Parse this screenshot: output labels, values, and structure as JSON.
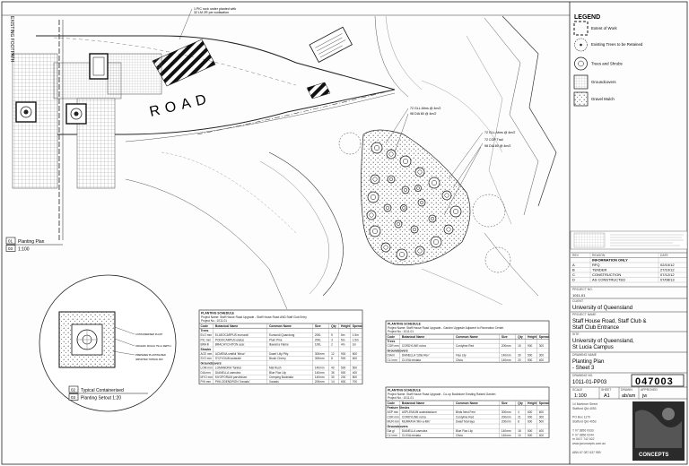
{
  "drawing": {
    "road_label": "ROAD",
    "top_note_line1": "1 PIC rock under planted with",
    "top_note_line2": "32 LM 2R per sodisation",
    "rotated_note_left": "EXISTING FOOTPATH",
    "callout_1": "72 GLL-Mms @ 4m/2",
    "callout_2": "98 DIA 80 @ 4m/2",
    "callout_3": "72 GLL-Mms @ 4m/2",
    "callout_4": "72 COP Trail",
    "callout_5": "98 DIA 80 @ 4m/2",
    "plan_title_num": "01",
    "plan_title": "Planting Plan",
    "plan_scale_num": "03",
    "plan_scale": "1:100",
    "detail_title_num": "02",
    "detail_title": "Typical Containerised",
    "detail_scale_num": "03",
    "detail_scale": "Planting Setout 1:20",
    "detail_notes": [
      "CONTAINERISED PLANT",
      "ORGANIC MULCH 75mm DEPTH",
      "PREPARED PLANTING BED",
      "IMPORTED TOPSOIL MIX"
    ]
  },
  "legend": {
    "title": "LEGEND",
    "items": [
      {
        "label": "Extent of Work",
        "icon": "extent-icon"
      },
      {
        "label": "Existing Trees to be Retained",
        "icon": "tree-retained-icon"
      },
      {
        "label": "Trees and Shrubs",
        "icon": "tree-shrub-icon"
      },
      {
        "label": "Groundcovers",
        "icon": "groundcover-icon"
      },
      {
        "label": "Gravel Mulch",
        "icon": "gravel-icon"
      }
    ]
  },
  "title_block": {
    "revision_header": [
      "REV",
      "REASON",
      "DATE"
    ],
    "revisions": [
      {
        "rev": "A",
        "reason": "RFQ",
        "date": "02/10/12"
      },
      {
        "rev": "B",
        "reason": "TENDER",
        "date": "27/10/12"
      },
      {
        "rev": "C",
        "reason": "CONSTRUCTION",
        "date": "07/12/12"
      },
      {
        "rev": "D",
        "reason": "AS CONSTRUCTED",
        "date": "07/08/13"
      }
    ],
    "status": "INFORMATION ONLY",
    "project_no_label": "PROJECT NO.",
    "project_no": "1011-01",
    "client_label": "CLIENT",
    "client": "University of Queensland",
    "project_label": "PROJECT NAME",
    "project_name_1": "Staff House Road, Staff Club &",
    "project_name_2": "Staff Club Entrance",
    "site_label": "SITE",
    "site_1": "University of Queensland,",
    "site_2": "St Lucia Campus",
    "drawing_label": "DRAWING NAME",
    "drawing_name_1": "Planting Plan",
    "drawing_name_2": "- Sheet 3",
    "drawing_no_label": "DRAWING NO.",
    "drawing_no": "1011-01-PP03",
    "drawing_no_big": "047003",
    "scale_label": "SCALE",
    "scale": "1:100",
    "size_label": "SHEET",
    "size": "A1",
    "drawn_label": "DRAWN",
    "drawn": "ab/am",
    "checked_label": "APPROVED",
    "checked": "jw",
    "company_address": [
      "14 Mortimer Street",
      "Stafford Qld 4053",
      "",
      "PO Box 1170",
      "Stafford Qld 4053",
      "",
      "T 07 3856 0333",
      "F 07 3856 0244",
      "m 0417 742 622",
      "www.jwconcepts.com.au",
      "",
      "ABN 67 087 637 959"
    ],
    "company_name": "CONCEPTS"
  },
  "schedules": [
    {
      "title": "PLANTING SCHEDULE",
      "subtitle": "Project Name: Staff House Road Upgrade - Staff House Road AND Staff Club Entry",
      "project": "Project No.: 1011-01",
      "header": [
        "Code",
        "Botanical Name",
        "Common Name",
        "Size",
        "Qty",
        "Height",
        "Spread"
      ],
      "rows": [
        [
          "Trees",
          "",
          "",
          "",
          "",
          "",
          ""
        ],
        [
          "ELO mm",
          "ELAEOCARPUS eumundi",
          "Eumundi Quandong",
          "200L",
          "5",
          "5m",
          "1.5m"
        ],
        [
          "PIC mm",
          "PODOCARPUS elatus",
          "Plum Pine",
          "200L",
          "3",
          "5m",
          "1.5m"
        ],
        [
          "BRA lll",
          "BRACHYCHITON acer.",
          "Illawarra Flame",
          "100L",
          "2",
          "4m",
          "1m"
        ],
        [
          "Shrubs",
          "",
          "",
          "",
          "",
          "",
          ""
        ],
        [
          "ACE mm",
          "ACMENA smithii 'Minor'",
          "Dwarf Lilly Pilly",
          "300mm",
          "12",
          "900",
          "600"
        ],
        [
          "SYZ mm",
          "SYZYGIUM australe",
          "Brush Cherry",
          "300mm",
          "8",
          "900",
          "600"
        ],
        [
          "Groundcovers",
          "",
          "",
          "",
          "",
          "",
          ""
        ],
        [
          "LOM mm",
          "LOMANDRA 'Tanika'",
          "Mat Rush",
          "140mm",
          "40",
          "500",
          "500"
        ],
        [
          "DIA mm",
          "DIANELLA caerulea",
          "Blue Flax Lily",
          "140mm",
          "36",
          "500",
          "400"
        ],
        [
          "MYO mm",
          "MYOPORUM parvifolium",
          "Creeping Boobialla",
          "140mm",
          "30",
          "200",
          "800"
        ],
        [
          "PHI mm",
          "PHILODENDRON 'Xanadu'",
          "Xanadu",
          "200mm",
          "14",
          "600",
          "700"
        ]
      ]
    },
    {
      "title": "PLANTING SCHEDULE",
      "subtitle": "Project Name: Staff House Road Upgrade - Garden Upgrade Adjacent to Recreation Centre",
      "project": "Project No.: 1011-01",
      "header": [
        "Code",
        "Botanical Name",
        "Common Name",
        "Size",
        "Qty",
        "Height",
        "Spread"
      ],
      "rows": [
        [
          "Trees",
          "",
          "",
          "",
          "",
          "",
          ""
        ],
        [
          "COR mm",
          "CORDYLINE rubra",
          "Cordyline Red",
          "200mm",
          "15",
          "900",
          "300"
        ],
        [
          "Groundcovers",
          "",
          "",
          "",
          "",
          "",
          ""
        ],
        [
          "DIA lll",
          "DIANELLA 'Little Rev'",
          "Flax Lily",
          "140mm",
          "30",
          "500",
          "300"
        ],
        [
          "CLI mm",
          "CLIVIA miniata",
          "Clivia",
          "140mm",
          "20",
          "500",
          "400"
        ]
      ]
    },
    {
      "title": "PLANTING SCHEDULE",
      "subtitle": "Project Name: Staff House Road Upgrade - Co-op Bookstore Existing Raised Garden",
      "project": "Project No.: 1011-01",
      "header": [
        "Code",
        "Botanical Name",
        "Common Name",
        "Size",
        "Qty",
        "Height",
        "Spread"
      ],
      "rows": [
        [
          "Feature Shrubs",
          "",
          "",
          "",
          "",
          "",
          ""
        ],
        [
          "ASP mm",
          "ASPLENIUM australasicum",
          "Birds Nest Fern",
          "300mm",
          "4",
          "600",
          "600"
        ],
        [
          "COR mm",
          "CORDYLINE rubra",
          "Cordyline Red",
          "200mm",
          "21",
          "900",
          "300"
        ],
        [
          "MUR mm",
          "MURRAYA 'Min-a-Min'",
          "Dwarf Murraya",
          "200mm",
          "8",
          "600",
          "500"
        ],
        [
          "Groundcovers",
          "",
          "",
          "",
          "",
          "",
          ""
        ],
        [
          "Dia gl",
          "DIANELLA caerulea",
          "Blue Flax Lily",
          "140mm",
          "18",
          "500",
          "400"
        ],
        [
          "CLI mm",
          "CLIVIA miniata",
          "Clivia",
          "140mm",
          "10",
          "500",
          "400"
        ]
      ]
    }
  ]
}
